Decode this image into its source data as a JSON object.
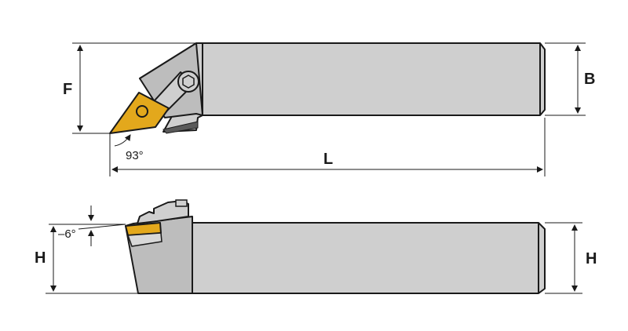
{
  "dimensions": {
    "F": "F",
    "B": "B",
    "L": "L",
    "H_left": "H",
    "H_right": "H",
    "angle_top": "93°",
    "angle_side": "–6°"
  },
  "colors": {
    "insert": "#e3a81c",
    "body": "#cfcfcf",
    "outline": "#1a1a1a"
  },
  "icons": [
    "hex-screw-icon",
    "clamp-icon",
    "insert-icon"
  ]
}
